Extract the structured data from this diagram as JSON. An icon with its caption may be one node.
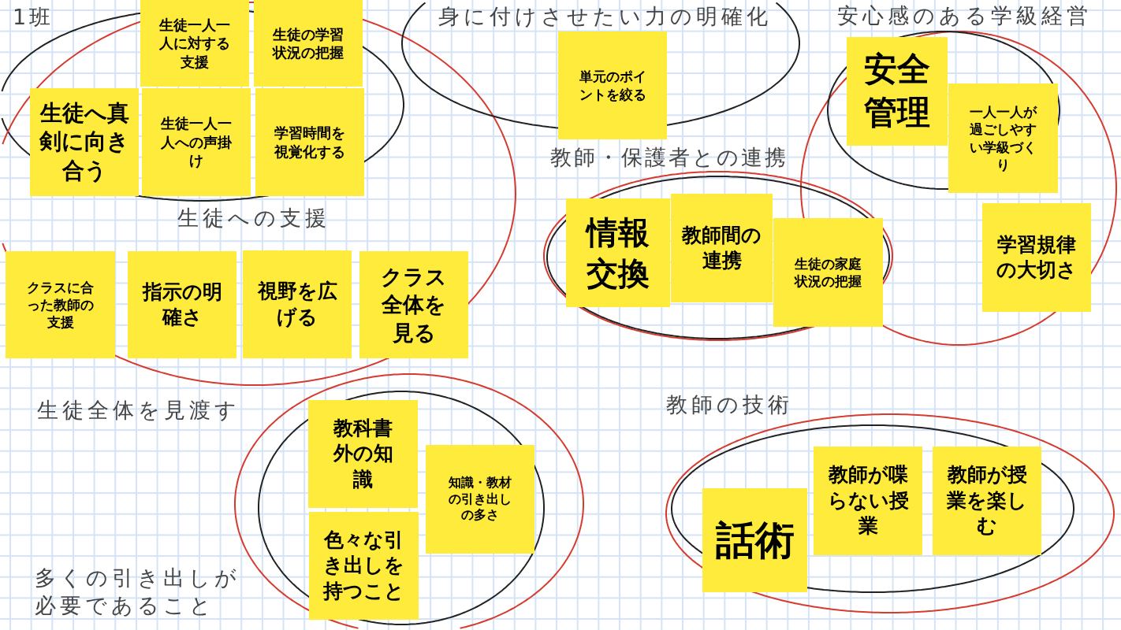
{
  "diagram": {
    "title": "1班",
    "nodes": [
      {
        "text": [
          "生徒一人一人に対する支援"
        ]
      },
      {
        "text": [
          "生徒の学習状況の把握"
        ]
      },
      {
        "text": [
          "単元のポイントを絞る"
        ]
      },
      {
        "text": [
          "安全管理"
        ]
      },
      {
        "text": [
          "生徒へ真剣に向き合う"
        ]
      },
      {
        "text": [
          "生徒一人一人への声掛け"
        ]
      },
      {
        "text": [
          "学習時間を視覚化する"
        ]
      },
      {
        "text": [
          "一人一人が過ごしやすい学級づくり"
        ]
      },
      {
        "text": [
          "情報交換"
        ]
      },
      {
        "text": [
          "教師間の連携"
        ]
      },
      {
        "text": [
          "学習規律の大切さ"
        ]
      },
      {
        "text": [
          "生徒の家庭状況の把握"
        ]
      },
      {
        "text": [
          "クラスに合った教師の支援"
        ]
      },
      {
        "text": [
          "指示の明確さ"
        ]
      },
      {
        "text": [
          "視野を広げる"
        ]
      },
      {
        "text": [
          "クラス全体を見る"
        ]
      },
      {
        "text": [
          "教科書外の知識"
        ]
      },
      {
        "text": [
          "知識・教材の引き出しの多さ"
        ]
      },
      {
        "text": [
          "色々な引き出しを持つこと"
        ]
      },
      {
        "text": [
          "話術"
        ]
      },
      {
        "text": [
          "教師が喋らない授業"
        ]
      },
      {
        "text": [
          "教師が授業を楽しむ"
        ]
      }
    ],
    "labels": [
      "身に付けさせたい力の明確化",
      "安心感のある学級経営",
      "教師・保護者との連携",
      "生徒への支援",
      "教師の技術",
      "生徒全体を見渡す",
      "多くの引き出しが必要であること"
    ]
  }
}
